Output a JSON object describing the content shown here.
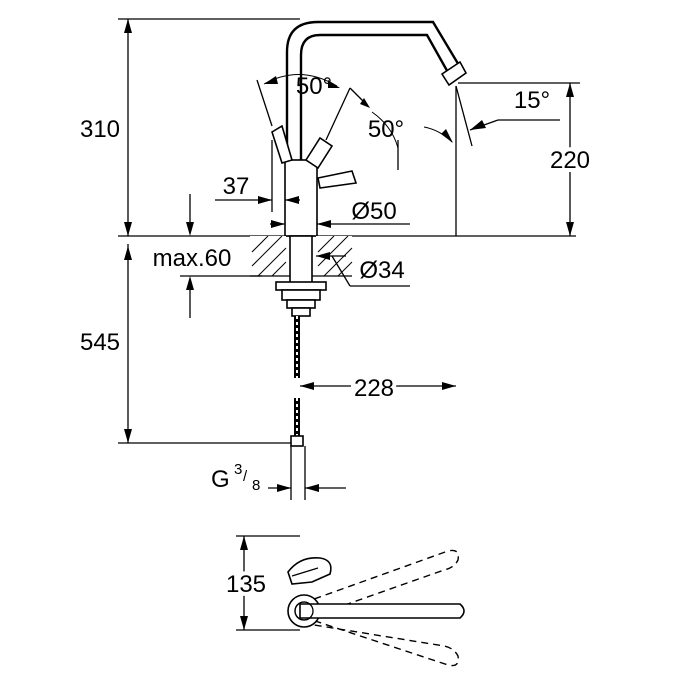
{
  "dimensions": {
    "height_total": "310",
    "spout_height": "220",
    "below_counter": "545",
    "spout_tilt": "15°",
    "lever_angle_left": "50°",
    "lever_angle_right": "50°",
    "lever_offset": "37",
    "body_diameter": "Ø50",
    "max_counter_thickness": "max.60",
    "hole_diameter": "Ø34",
    "spout_reach": "228",
    "connection_thread": "G",
    "connection_sup": "3",
    "connection_sub": "8",
    "swivel_height": "135"
  }
}
